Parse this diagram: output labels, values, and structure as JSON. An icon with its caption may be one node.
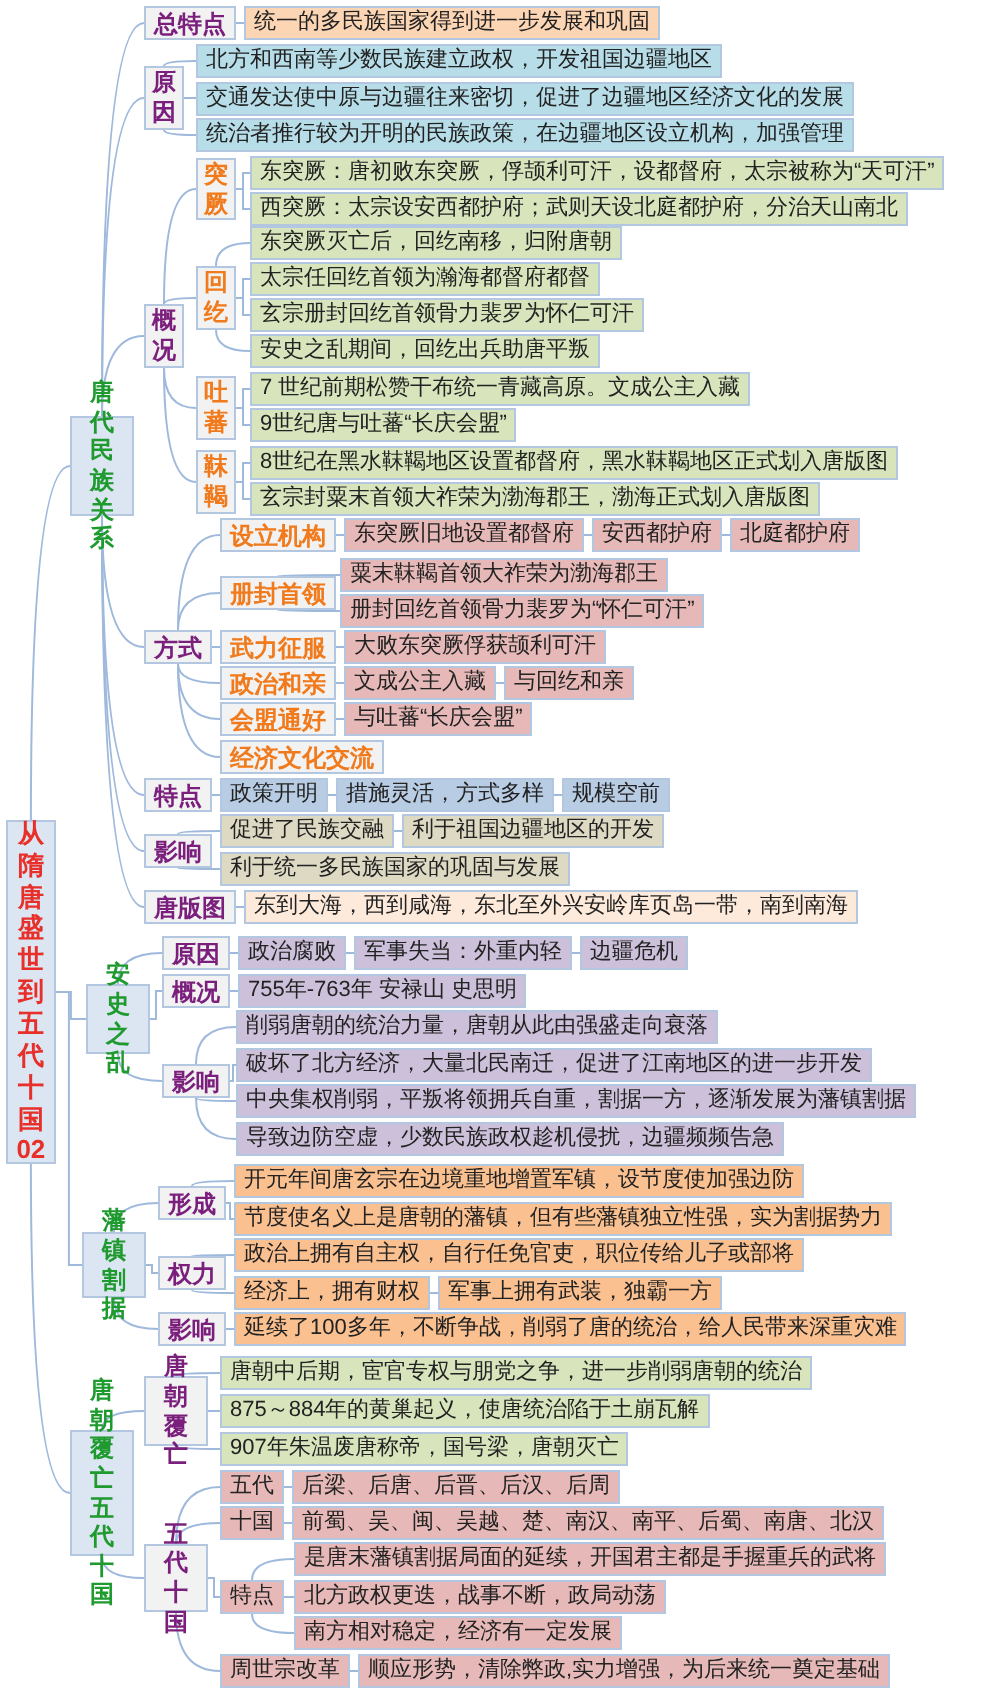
{
  "diagram": {
    "nodes": [
      {
        "text": [
          "从隋唐盛世到五代十国02"
        ]
      },
      {
        "text": [
          "唐代民族关系"
        ]
      },
      {
        "text": [
          "总特点"
        ]
      },
      {
        "text": [
          "统一的多民族国家得到进一步发展和巩固"
        ]
      },
      {
        "text": [
          "原因"
        ]
      },
      {
        "text": [
          "北方和西南等少数民族建立政权，开发祖国边疆地区"
        ]
      },
      {
        "text": [
          "交通发达使中原与边疆往来密切，促进了边疆地区经济文化的发展"
        ]
      },
      {
        "text": [
          "统治者推行较为开明的民族政策，在边疆地区设立机构，加强管理"
        ]
      },
      {
        "text": [
          "概况"
        ]
      },
      {
        "text": [
          "突厥"
        ]
      },
      {
        "text": [
          "东突厥：唐初败东突厥，俘颉利可汗，设都督府，太宗被称为“天可汗”"
        ]
      },
      {
        "text": [
          "西突厥：太宗设安西都护府；武则天设北庭都护府，分治天山南北"
        ]
      },
      {
        "text": [
          "回纥"
        ]
      },
      {
        "text": [
          "东突厥灭亡后，回纥南移，归附唐朝"
        ]
      },
      {
        "text": [
          "太宗任回纥首领为瀚海都督府都督"
        ]
      },
      {
        "text": [
          "玄宗册封回纥首领骨力裴罗为怀仁可汗"
        ]
      },
      {
        "text": [
          "安史之乱期间，回纥出兵助唐平叛"
        ]
      },
      {
        "text": [
          "吐蕃"
        ]
      },
      {
        "text": [
          "7 世纪前期松赞干布统一青藏高原。文成公主入藏"
        ]
      },
      {
        "text": [
          "9世纪唐与吐蕃“长庆会盟”"
        ]
      },
      {
        "text": [
          "靺鞨"
        ]
      },
      {
        "text": [
          "8世纪在黑水靺鞨地区设置都督府，黑水靺鞨地区正式划入唐版图"
        ]
      },
      {
        "text": [
          "玄宗封粟末首领大祚荣为渤海郡王，渤海正式划入唐版图"
        ]
      },
      {
        "text": [
          "方式"
        ]
      },
      {
        "text": [
          "设立机构"
        ]
      },
      {
        "text": [
          "东突厥旧地设置都督府"
        ]
      },
      {
        "text": [
          "安西都护府"
        ]
      },
      {
        "text": [
          "北庭都护府"
        ]
      },
      {
        "text": [
          "册封首领"
        ]
      },
      {
        "text": [
          "粟末靺鞨首领大祚荣为渤海郡王"
        ]
      },
      {
        "text": [
          "册封回纥首领骨力裴罗为“怀仁可汗”"
        ]
      },
      {
        "text": [
          "武力征服"
        ]
      },
      {
        "text": [
          "大败东突厥俘获颉利可汗"
        ]
      },
      {
        "text": [
          "政治和亲"
        ]
      },
      {
        "text": [
          "文成公主入藏"
        ]
      },
      {
        "text": [
          "与回纥和亲"
        ]
      },
      {
        "text": [
          "会盟通好"
        ]
      },
      {
        "text": [
          "与吐蕃“长庆会盟”"
        ]
      },
      {
        "text": [
          "经济文化交流"
        ]
      },
      {
        "text": [
          "特点"
        ]
      },
      {
        "text": [
          "政策开明"
        ]
      },
      {
        "text": [
          "措施灵活，方式多样"
        ]
      },
      {
        "text": [
          "规模空前"
        ]
      },
      {
        "text": [
          "影响"
        ]
      },
      {
        "text": [
          "促进了民族交融"
        ]
      },
      {
        "text": [
          "利于祖国边疆地区的开发"
        ]
      },
      {
        "text": [
          "利于统一多民族国家的巩固与发展"
        ]
      },
      {
        "text": [
          "唐版图"
        ]
      },
      {
        "text": [
          "东到大海，西到咸海，东北至外兴安岭库页岛一带，南到南海"
        ]
      },
      {
        "text": [
          "安史之乱"
        ]
      },
      {
        "text": [
          "原因"
        ]
      },
      {
        "text": [
          "政治腐败"
        ]
      },
      {
        "text": [
          "军事失当：外重内轻"
        ]
      },
      {
        "text": [
          "边疆危机"
        ]
      },
      {
        "text": [
          "概况"
        ]
      },
      {
        "text": [
          "755年-763年 安禄山 史思明"
        ]
      },
      {
        "text": [
          "影响"
        ]
      },
      {
        "text": [
          "削弱唐朝的统治力量，唐朝从此由强盛走向衰落"
        ]
      },
      {
        "text": [
          "破坏了北方经济，大量北民南迁，促进了江南地区的进一步开发"
        ]
      },
      {
        "text": [
          "中央集权削弱，平叛将领拥兵自重，割据一方，逐渐发展为藩镇割据"
        ]
      },
      {
        "text": [
          "导致边防空虚，少数民族政权趁机侵扰，边疆频频告急"
        ]
      },
      {
        "text": [
          "藩镇割据"
        ]
      },
      {
        "text": [
          "形成"
        ]
      },
      {
        "text": [
          "开元年间唐玄宗在边境重地增置军镇，设节度使加强边防"
        ]
      },
      {
        "text": [
          "节度使名义上是唐朝的藩镇，但有些藩镇独立性强，实为割据势力"
        ]
      },
      {
        "text": [
          "权力"
        ]
      },
      {
        "text": [
          "政治上拥有自主权，自行任免官吏，职位传给儿子或部将"
        ]
      },
      {
        "text": [
          "经济上，拥有财权"
        ]
      },
      {
        "text": [
          "军事上拥有武装，独霸一方"
        ]
      },
      {
        "text": [
          "影响"
        ]
      },
      {
        "text": [
          "延续了100多年，不断争战，削弱了唐的统治，给人民带来深重灾难"
        ]
      },
      {
        "text": [
          "唐朝覆亡五代十国"
        ]
      },
      {
        "text": [
          "唐朝覆亡"
        ]
      },
      {
        "text": [
          "唐朝中后期，宦官专权与朋党之争，进一步削弱唐朝的统治"
        ]
      },
      {
        "text": [
          "875～884年的黄巢起义，使唐统治陷于土崩瓦解"
        ]
      },
      {
        "text": [
          "907年朱温废唐称帝，国号梁，唐朝灭亡"
        ]
      },
      {
        "text": [
          "五代十国"
        ]
      },
      {
        "text": [
          "五代"
        ]
      },
      {
        "text": [
          "后梁、后唐、后晋、后汉、后周"
        ]
      },
      {
        "text": [
          "十国"
        ]
      },
      {
        "text": [
          "前蜀、吴、闽、吴越、楚、南汉、南平、后蜀、南唐、北汉"
        ]
      },
      {
        "text": [
          "特点"
        ]
      },
      {
        "text": [
          "是唐末藩镇割据局面的延续，开国君主都是手握重兵的武将"
        ]
      },
      {
        "text": [
          "北方政权更迭，战事不断，政局动荡"
        ]
      },
      {
        "text": [
          "南方相对稳定，经济有一定发展"
        ]
      },
      {
        "text": [
          "周世宗改革"
        ]
      },
      {
        "text": [
          "顺应形势，清除弊政,实力增强，为后来统一奠定基础"
        ]
      }
    ],
    "edges": [
      {
        "from": 0,
        "to": 1,
        "arrow": "none"
      },
      {
        "from": 0,
        "to": 49,
        "arrow": "none"
      },
      {
        "from": 0,
        "to": 61,
        "arrow": "none"
      },
      {
        "from": 0,
        "to": 71,
        "arrow": "none"
      },
      {
        "from": 1,
        "to": 2,
        "arrow": "none"
      },
      {
        "from": 2,
        "to": 3,
        "arrow": "none"
      },
      {
        "from": 1,
        "to": 4,
        "arrow": "none"
      },
      {
        "from": 4,
        "to": 5,
        "arrow": "none"
      },
      {
        "from": 4,
        "to": 6,
        "arrow": "none"
      },
      {
        "from": 4,
        "to": 7,
        "arrow": "none"
      },
      {
        "from": 1,
        "to": 8,
        "arrow": "none"
      },
      {
        "from": 8,
        "to": 9,
        "arrow": "none"
      },
      {
        "from": 9,
        "to": 10,
        "arrow": "none"
      },
      {
        "from": 9,
        "to": 11,
        "arrow": "none"
      },
      {
        "from": 8,
        "to": 12,
        "arrow": "none"
      },
      {
        "from": 12,
        "to": 13,
        "arrow": "none"
      },
      {
        "from": 12,
        "to": 14,
        "arrow": "none"
      },
      {
        "from": 12,
        "to": 15,
        "arrow": "none"
      },
      {
        "from": 12,
        "to": 16,
        "arrow": "none"
      },
      {
        "from": 8,
        "to": 17,
        "arrow": "none"
      },
      {
        "from": 17,
        "to": 18,
        "arrow": "none"
      },
      {
        "from": 17,
        "to": 19,
        "arrow": "none"
      },
      {
        "from": 8,
        "to": 20,
        "arrow": "none"
      },
      {
        "from": 20,
        "to": 21,
        "arrow": "none"
      },
      {
        "from": 20,
        "to": 22,
        "arrow": "none"
      },
      {
        "from": 1,
        "to": 23,
        "arrow": "none"
      },
      {
        "from": 23,
        "to": 24,
        "arrow": "none"
      },
      {
        "from": 24,
        "to": 25,
        "arrow": "none"
      },
      {
        "from": 25,
        "to": 26,
        "arrow": "none"
      },
      {
        "from": 26,
        "to": 27,
        "arrow": "none"
      },
      {
        "from": 23,
        "to": 28,
        "arrow": "none"
      },
      {
        "from": 28,
        "to": 29,
        "arrow": "none"
      },
      {
        "from": 28,
        "to": 30,
        "arrow": "none"
      },
      {
        "from": 23,
        "to": 31,
        "arrow": "none"
      },
      {
        "from": 31,
        "to": 32,
        "arrow": "none"
      },
      {
        "from": 23,
        "to": 33,
        "arrow": "none"
      },
      {
        "from": 33,
        "to": 34,
        "arrow": "none"
      },
      {
        "from": 34,
        "to": 35,
        "arrow": "none"
      },
      {
        "from": 23,
        "to": 36,
        "arrow": "none"
      },
      {
        "from": 36,
        "to": 37,
        "arrow": "none"
      },
      {
        "from": 23,
        "to": 38,
        "arrow": "none"
      },
      {
        "from": 1,
        "to": 39,
        "arrow": "none"
      },
      {
        "from": 39,
        "to": 40,
        "arrow": "none"
      },
      {
        "from": 40,
        "to": 41,
        "arrow": "none"
      },
      {
        "from": 41,
        "to": 42,
        "arrow": "none"
      },
      {
        "from": 1,
        "to": 43,
        "arrow": "none"
      },
      {
        "from": 43,
        "to": 44,
        "arrow": "none"
      },
      {
        "from": 44,
        "to": 45,
        "arrow": "none"
      },
      {
        "from": 43,
        "to": 46,
        "arrow": "none"
      },
      {
        "from": 1,
        "to": 47,
        "arrow": "none"
      },
      {
        "from": 47,
        "to": 48,
        "arrow": "none"
      },
      {
        "from": 49,
        "to": 50,
        "arrow": "none"
      },
      {
        "from": 50,
        "to": 51,
        "arrow": "none"
      },
      {
        "from": 51,
        "to": 52,
        "arrow": "none"
      },
      {
        "from": 52,
        "to": 53,
        "arrow": "none"
      },
      {
        "from": 49,
        "to": 54,
        "arrow": "none"
      },
      {
        "from": 54,
        "to": 55,
        "arrow": "none"
      },
      {
        "from": 49,
        "to": 56,
        "arrow": "none"
      },
      {
        "from": 56,
        "to": 57,
        "arrow": "none"
      },
      {
        "from": 56,
        "to": 58,
        "arrow": "none"
      },
      {
        "from": 56,
        "to": 59,
        "arrow": "none"
      },
      {
        "from": 56,
        "to": 60,
        "arrow": "none"
      },
      {
        "from": 61,
        "to": 62,
        "arrow": "none"
      },
      {
        "from": 62,
        "to": 63,
        "arrow": "none"
      },
      {
        "from": 62,
        "to": 64,
        "arrow": "none"
      },
      {
        "from": 61,
        "to": 65,
        "arrow": "none"
      },
      {
        "from": 65,
        "to": 66,
        "arrow": "none"
      },
      {
        "from": 65,
        "to": 67,
        "arrow": "none"
      },
      {
        "from": 67,
        "to": 68,
        "arrow": "none"
      },
      {
        "from": 61,
        "to": 69,
        "arrow": "none"
      },
      {
        "from": 69,
        "to": 70,
        "arrow": "none"
      },
      {
        "from": 71,
        "to": 72,
        "arrow": "none"
      },
      {
        "from": 72,
        "to": 73,
        "arrow": "none"
      },
      {
        "from": 72,
        "to": 74,
        "arrow": "none"
      },
      {
        "from": 72,
        "to": 75,
        "arrow": "none"
      },
      {
        "from": 71,
        "to": 76,
        "arrow": "none"
      },
      {
        "from": 76,
        "to": 77,
        "arrow": "none"
      },
      {
        "from": 77,
        "to": 78,
        "arrow": "none"
      },
      {
        "from": 76,
        "to": 79,
        "arrow": "none"
      },
      {
        "from": 79,
        "to": 80,
        "arrow": "none"
      },
      {
        "from": 76,
        "to": 81,
        "arrow": "none"
      },
      {
        "from": 81,
        "to": 82,
        "arrow": "none"
      },
      {
        "from": 81,
        "to": 83,
        "arrow": "none"
      },
      {
        "from": 81,
        "to": 84,
        "arrow": "none"
      },
      {
        "from": 76,
        "to": 85,
        "arrow": "none"
      },
      {
        "from": 85,
        "to": 86,
        "arrow": "none"
      }
    ]
  }
}
